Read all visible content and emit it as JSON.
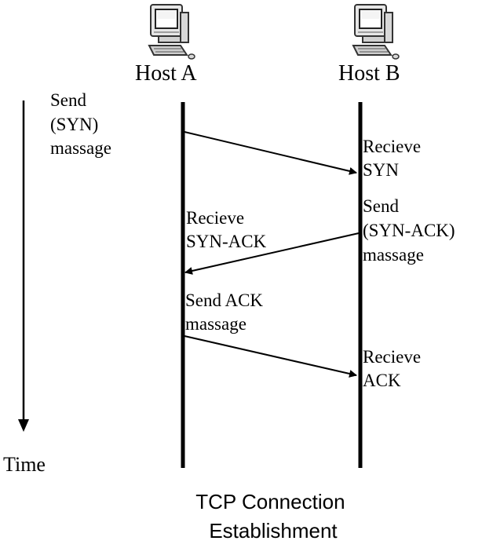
{
  "hosts": {
    "a": {
      "label": "Host A",
      "icon": "desktop-computer-icon"
    },
    "b": {
      "label": "Host B",
      "icon": "desktop-computer-icon"
    }
  },
  "notes": {
    "send_syn": [
      "Send",
      "(SYN)",
      "massage"
    ],
    "recv_syn": [
      "Recieve",
      "SYN"
    ],
    "recv_synack": [
      "Recieve",
      "SYN-ACK"
    ],
    "send_synack": [
      "Send",
      "(SYN-ACK)",
      "massage"
    ],
    "send_ack": [
      "Send ACK",
      "massage"
    ],
    "recv_ack": [
      "Recieve",
      "ACK"
    ]
  },
  "time_label": "Time",
  "caption": [
    "TCP Connection",
    "Establishment"
  ],
  "colors": {
    "line": "#000000",
    "text": "#000000",
    "monitor_body": "#e6e6e6",
    "screen": "#ffffff"
  }
}
